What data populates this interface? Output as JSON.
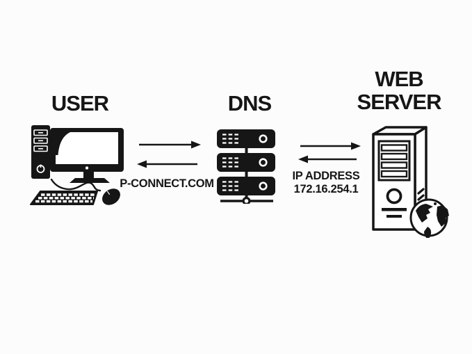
{
  "palette": {
    "background": "#fcfcfc",
    "ink": "#161616"
  },
  "nodes": {
    "user": {
      "label": "USER",
      "icon": "desktop-computer-icon"
    },
    "dns": {
      "label": "DNS",
      "icon": "server-rack-icon"
    },
    "web_server": {
      "label_line1": "WEB",
      "label_line2": "SERVER",
      "icon": "server-tower-icon",
      "badge_icon": "globe-icon"
    }
  },
  "flows": {
    "user_to_dns": {
      "icon": "arrow-right-icon"
    },
    "dns_to_user": {
      "icon": "arrow-left-icon",
      "label": "P-CONNECT.COM"
    },
    "dns_to_web": {
      "icon": "arrow-right-icon"
    },
    "web_to_dns": {
      "icon": "arrow-left-icon",
      "label_line1": "IP ADDRESS",
      "label_line2": "172.16.254.1"
    }
  }
}
